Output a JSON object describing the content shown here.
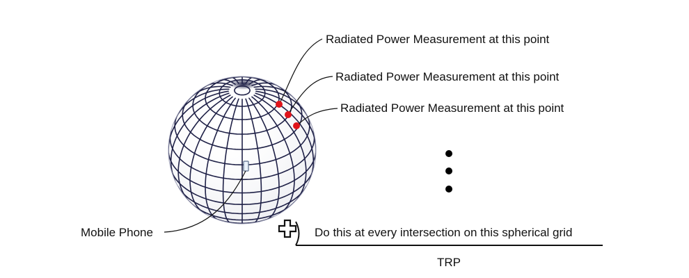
{
  "labels": {
    "measurement_1": "Radiated Power Measurement at this point",
    "measurement_2": "Radiated Power Measurement at this point",
    "measurement_3": "Radiated Power Measurement at this point",
    "mobile_phone": "Mobile Phone",
    "instruction": "Do this at every intersection on this spherical grid",
    "result": "TRP"
  },
  "icons": {
    "sum": "plus-outline-icon",
    "continuation": "vertical-ellipsis-icon"
  },
  "colors": {
    "grid_line": "#1f2147",
    "measurement_point": "#e0141b",
    "text": "#111111",
    "leader_line": "#111111"
  }
}
